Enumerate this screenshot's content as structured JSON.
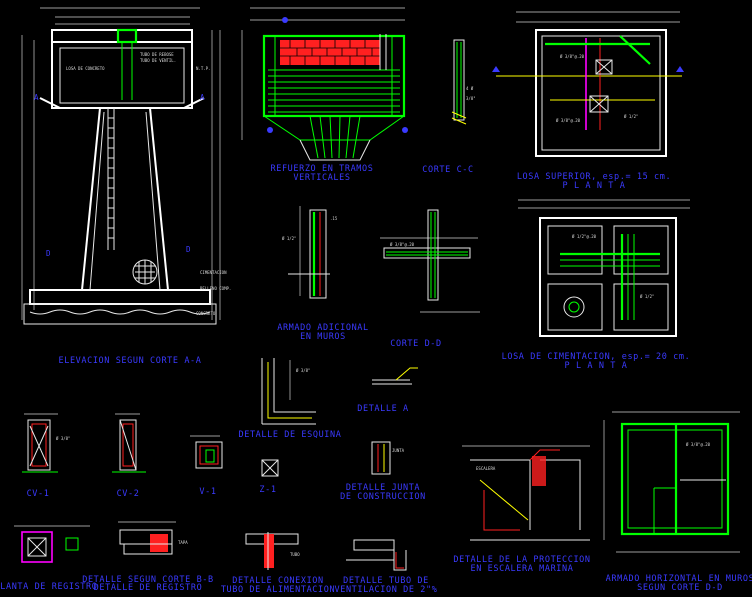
{
  "labels": {
    "elevacion": "ELEVACION SEGUN CORTE A-A",
    "refuerzo_1": "REFUERZO EN TRAMOS",
    "refuerzo_2": "VERTICALES",
    "corte_cc": "CORTE C-C",
    "losa_sup_1": "LOSA SUPERIOR, esp.= 15 cm.",
    "losa_sup_2": "P L A N T A",
    "armado_adicional_1": "ARMADO ADICIONAL",
    "armado_adicional_2": "EN MUROS",
    "corte_dd": "CORTE D-D",
    "losa_cim_1": "LOSA DE CIMENTACION, esp.= 20 cm.",
    "losa_cim_2": "P L A N T A",
    "detalle_esquina": "DETALLE DE ESQUINA",
    "detalle_a": "DETALLE A",
    "detalle_junta_1": "DETALLE JUNTA",
    "detalle_junta_2": "DE CONSTRUCCION",
    "cv1": "CV-1",
    "cv2": "CV-2",
    "v1": "V-1",
    "z1": "Z-1",
    "planta_registro": "PLANTA DE REGISTRO",
    "detalle_seccion_1": "DETALLE SEGUN CORTE B-B",
    "detalle_seccion_2": "DETALLE DE REGISTRO",
    "detalle_conexion_1": "DETALLE CONEXION",
    "detalle_conexion_2": "TUBO DE ALIMENTACION",
    "detalle_tubo_1": "DETALLE TUBO DE",
    "detalle_tubo_2": "VENTILACION DE 2\"%",
    "detalle_proteccion_1": "DETALLE DE LA PROTECCION",
    "detalle_proteccion_2": "EN ESCALERA MARINA",
    "armado_horizontal_1": "ARMADO HORIZONTAL EN MUROS",
    "armado_horizontal_2": "SEGUN CORTE D-D"
  },
  "markers": {
    "a": "A",
    "d": "D",
    "c": "C",
    "b": "B"
  },
  "colors": {
    "background": "#000000",
    "label": "#3a3aff",
    "concrete_outline": "#ffffff",
    "rebar": "#00ff00",
    "brick": "#ff2020",
    "section_mark": "#ffff00",
    "dimension": "#cfcfcf",
    "magenta": "#ff00ff",
    "cyan": "#00ffff"
  }
}
